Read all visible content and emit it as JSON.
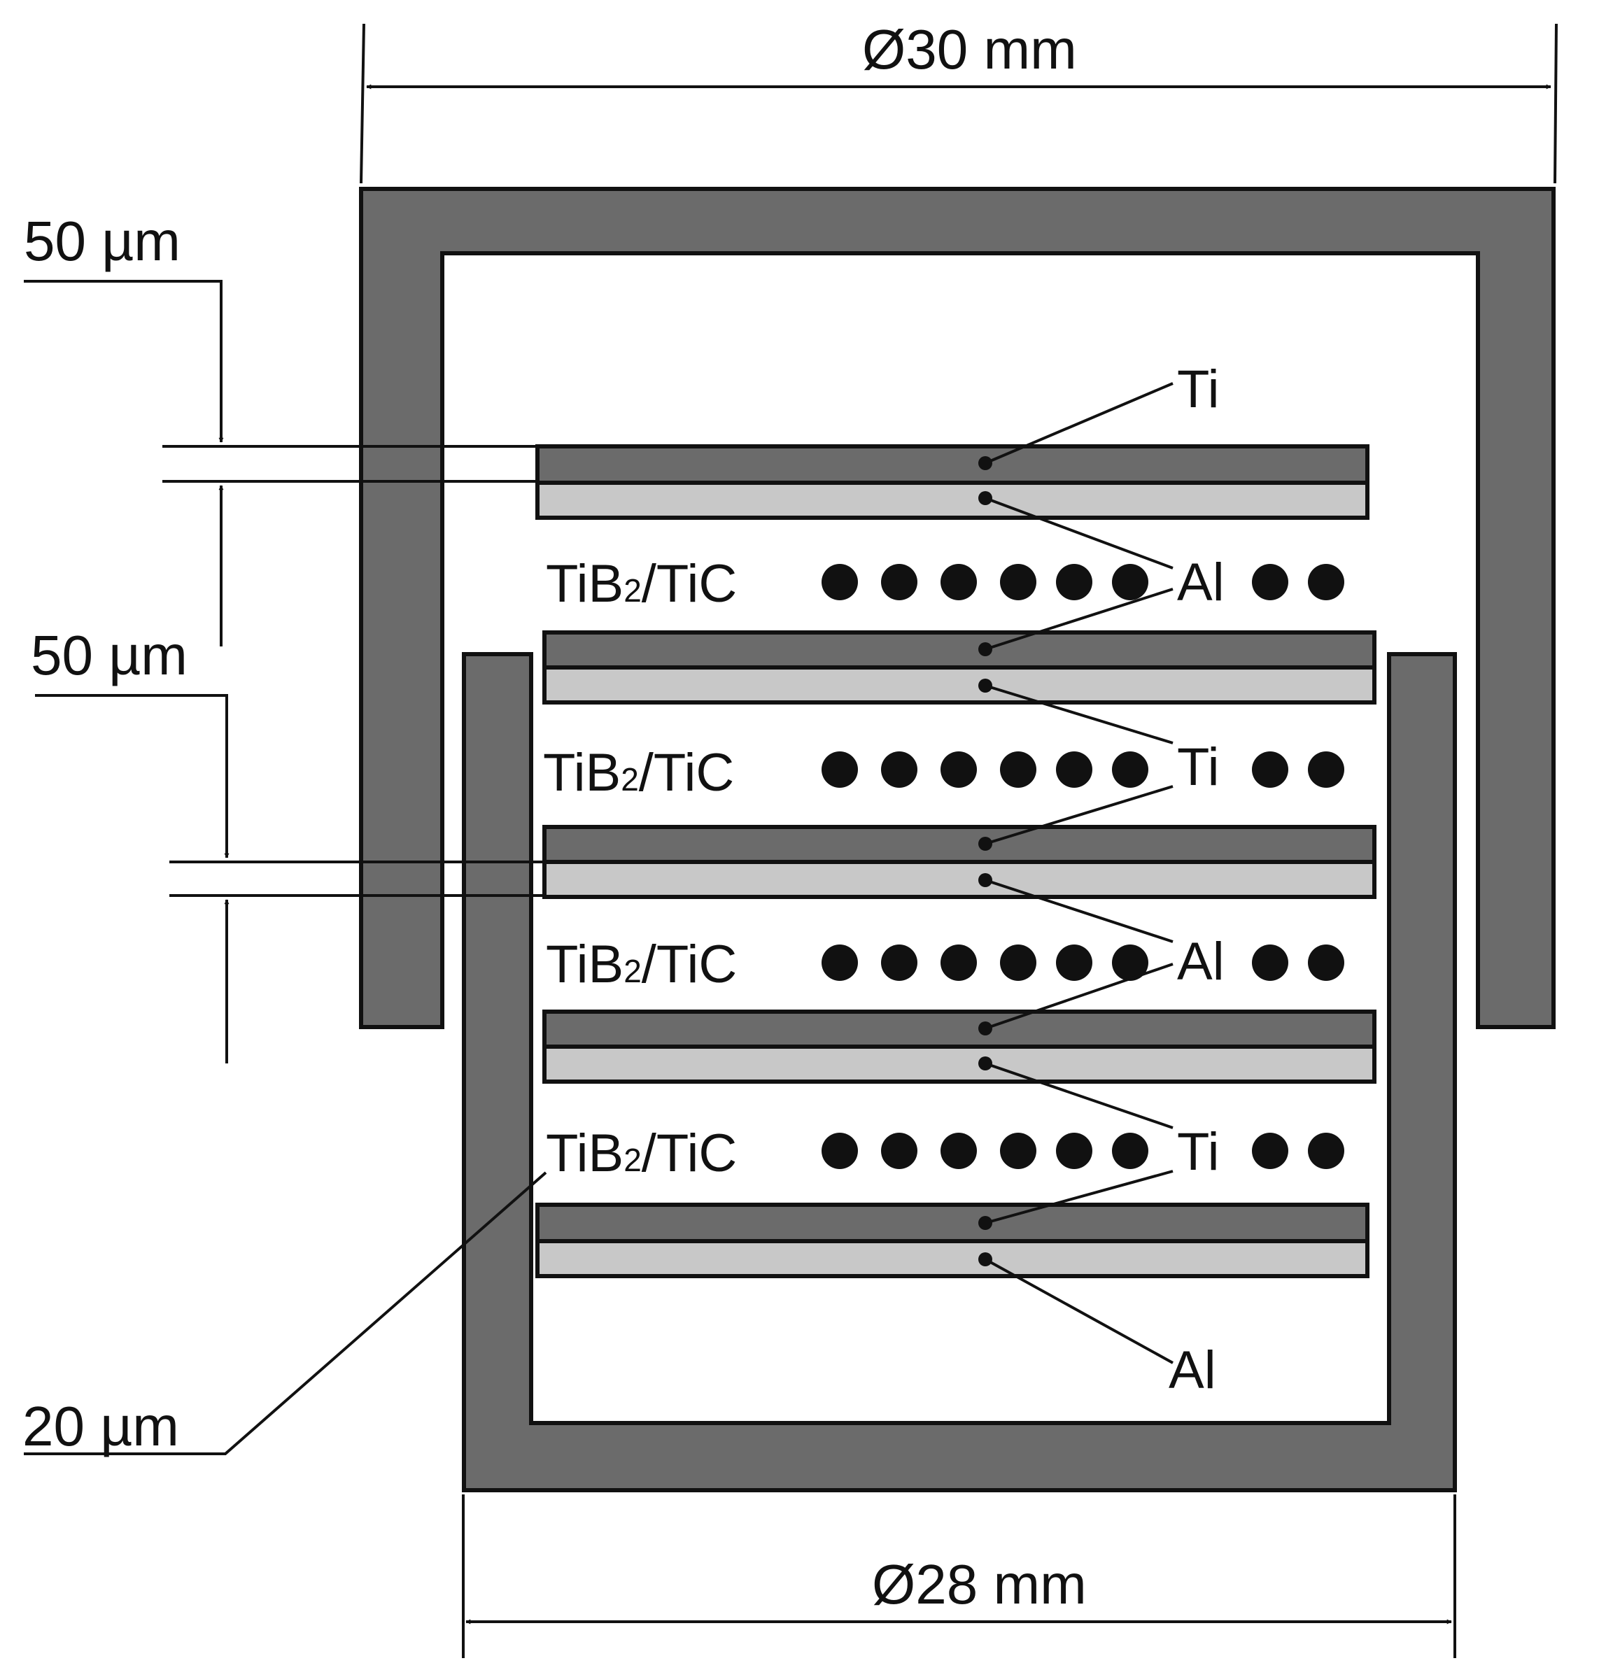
{
  "diagram": {
    "dimensions": {
      "outer_diameter": "Ø30 mm",
      "inner_diameter": "Ø28 mm",
      "foil_thickness_top": "50 µm",
      "foil_thickness_middle": "50 µm",
      "powder_layer": "20 µm"
    },
    "materials": {
      "ti": "Ti",
      "al": "Al",
      "powder_main": "TiB",
      "powder_subscript": "2",
      "powder_suffix": "/TiC"
    },
    "callouts": [
      {
        "text": "Ti"
      },
      {
        "text": "Al"
      },
      {
        "text": "Ti"
      },
      {
        "text": "Al"
      },
      {
        "text": "Ti"
      },
      {
        "text": "Al"
      }
    ],
    "powder_layers": [
      {
        "label": "TiB2/TiC"
      },
      {
        "label": "TiB2/TiC"
      },
      {
        "label": "TiB2/TiC"
      },
      {
        "label": "TiB2/TiC"
      }
    ],
    "colors": {
      "die": "#6b6b6b",
      "ti_foil": "#6b6b6b",
      "al_foil": "#c8c8c8",
      "outline": "#111111"
    }
  }
}
